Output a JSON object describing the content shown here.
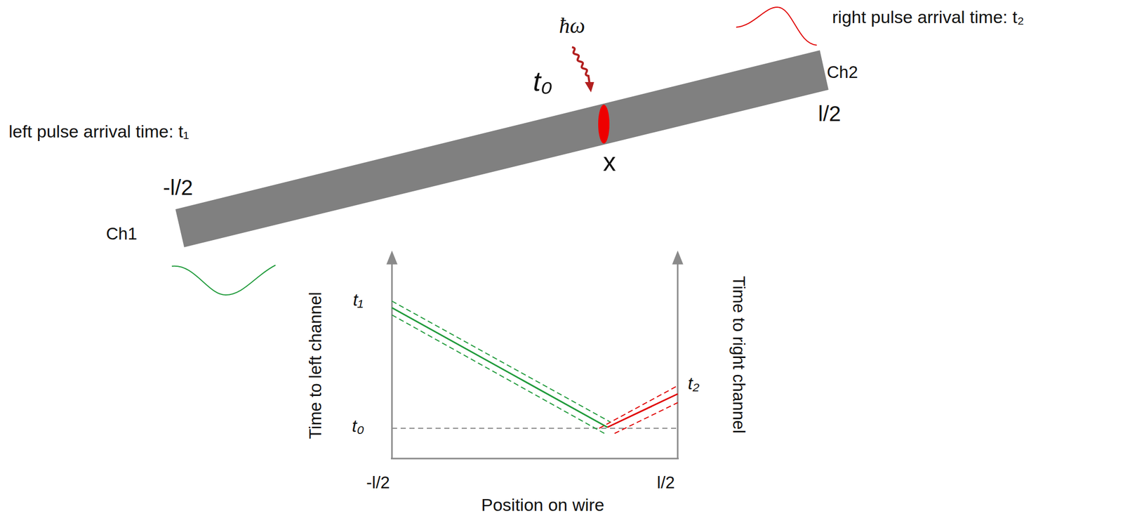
{
  "diagram": {
    "labels": [
      "ħω",
      "t₀",
      "left pulse arrival time: t₁",
      "right pulse arrival time: t₂",
      "Ch1",
      "Ch2",
      "-l/2",
      "l/2",
      "x",
      "Time to left channel",
      "Time to right channel",
      "t₁",
      "t₀",
      "t₂",
      "-l/2",
      "l/2",
      "Position on wire"
    ]
  }
}
